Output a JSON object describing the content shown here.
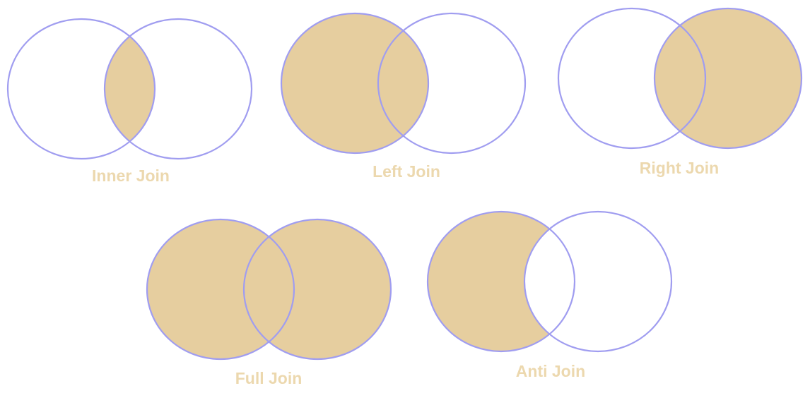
{
  "diagram": {
    "colors": {
      "fill": "#e6ce9f",
      "outline": "#a09df0",
      "label": "#ecd8ae",
      "background": "#ffffff"
    },
    "joins": [
      {
        "label": "Inner Join",
        "shaded_region": "intersection"
      },
      {
        "label": "Left Join",
        "shaded_region": "left-circle"
      },
      {
        "label": "Right Join",
        "shaded_region": "right-circle"
      },
      {
        "label": "Full Join",
        "shaded_region": "both-circles"
      },
      {
        "label": "Anti Join",
        "shaded_region": "left-only"
      }
    ]
  }
}
